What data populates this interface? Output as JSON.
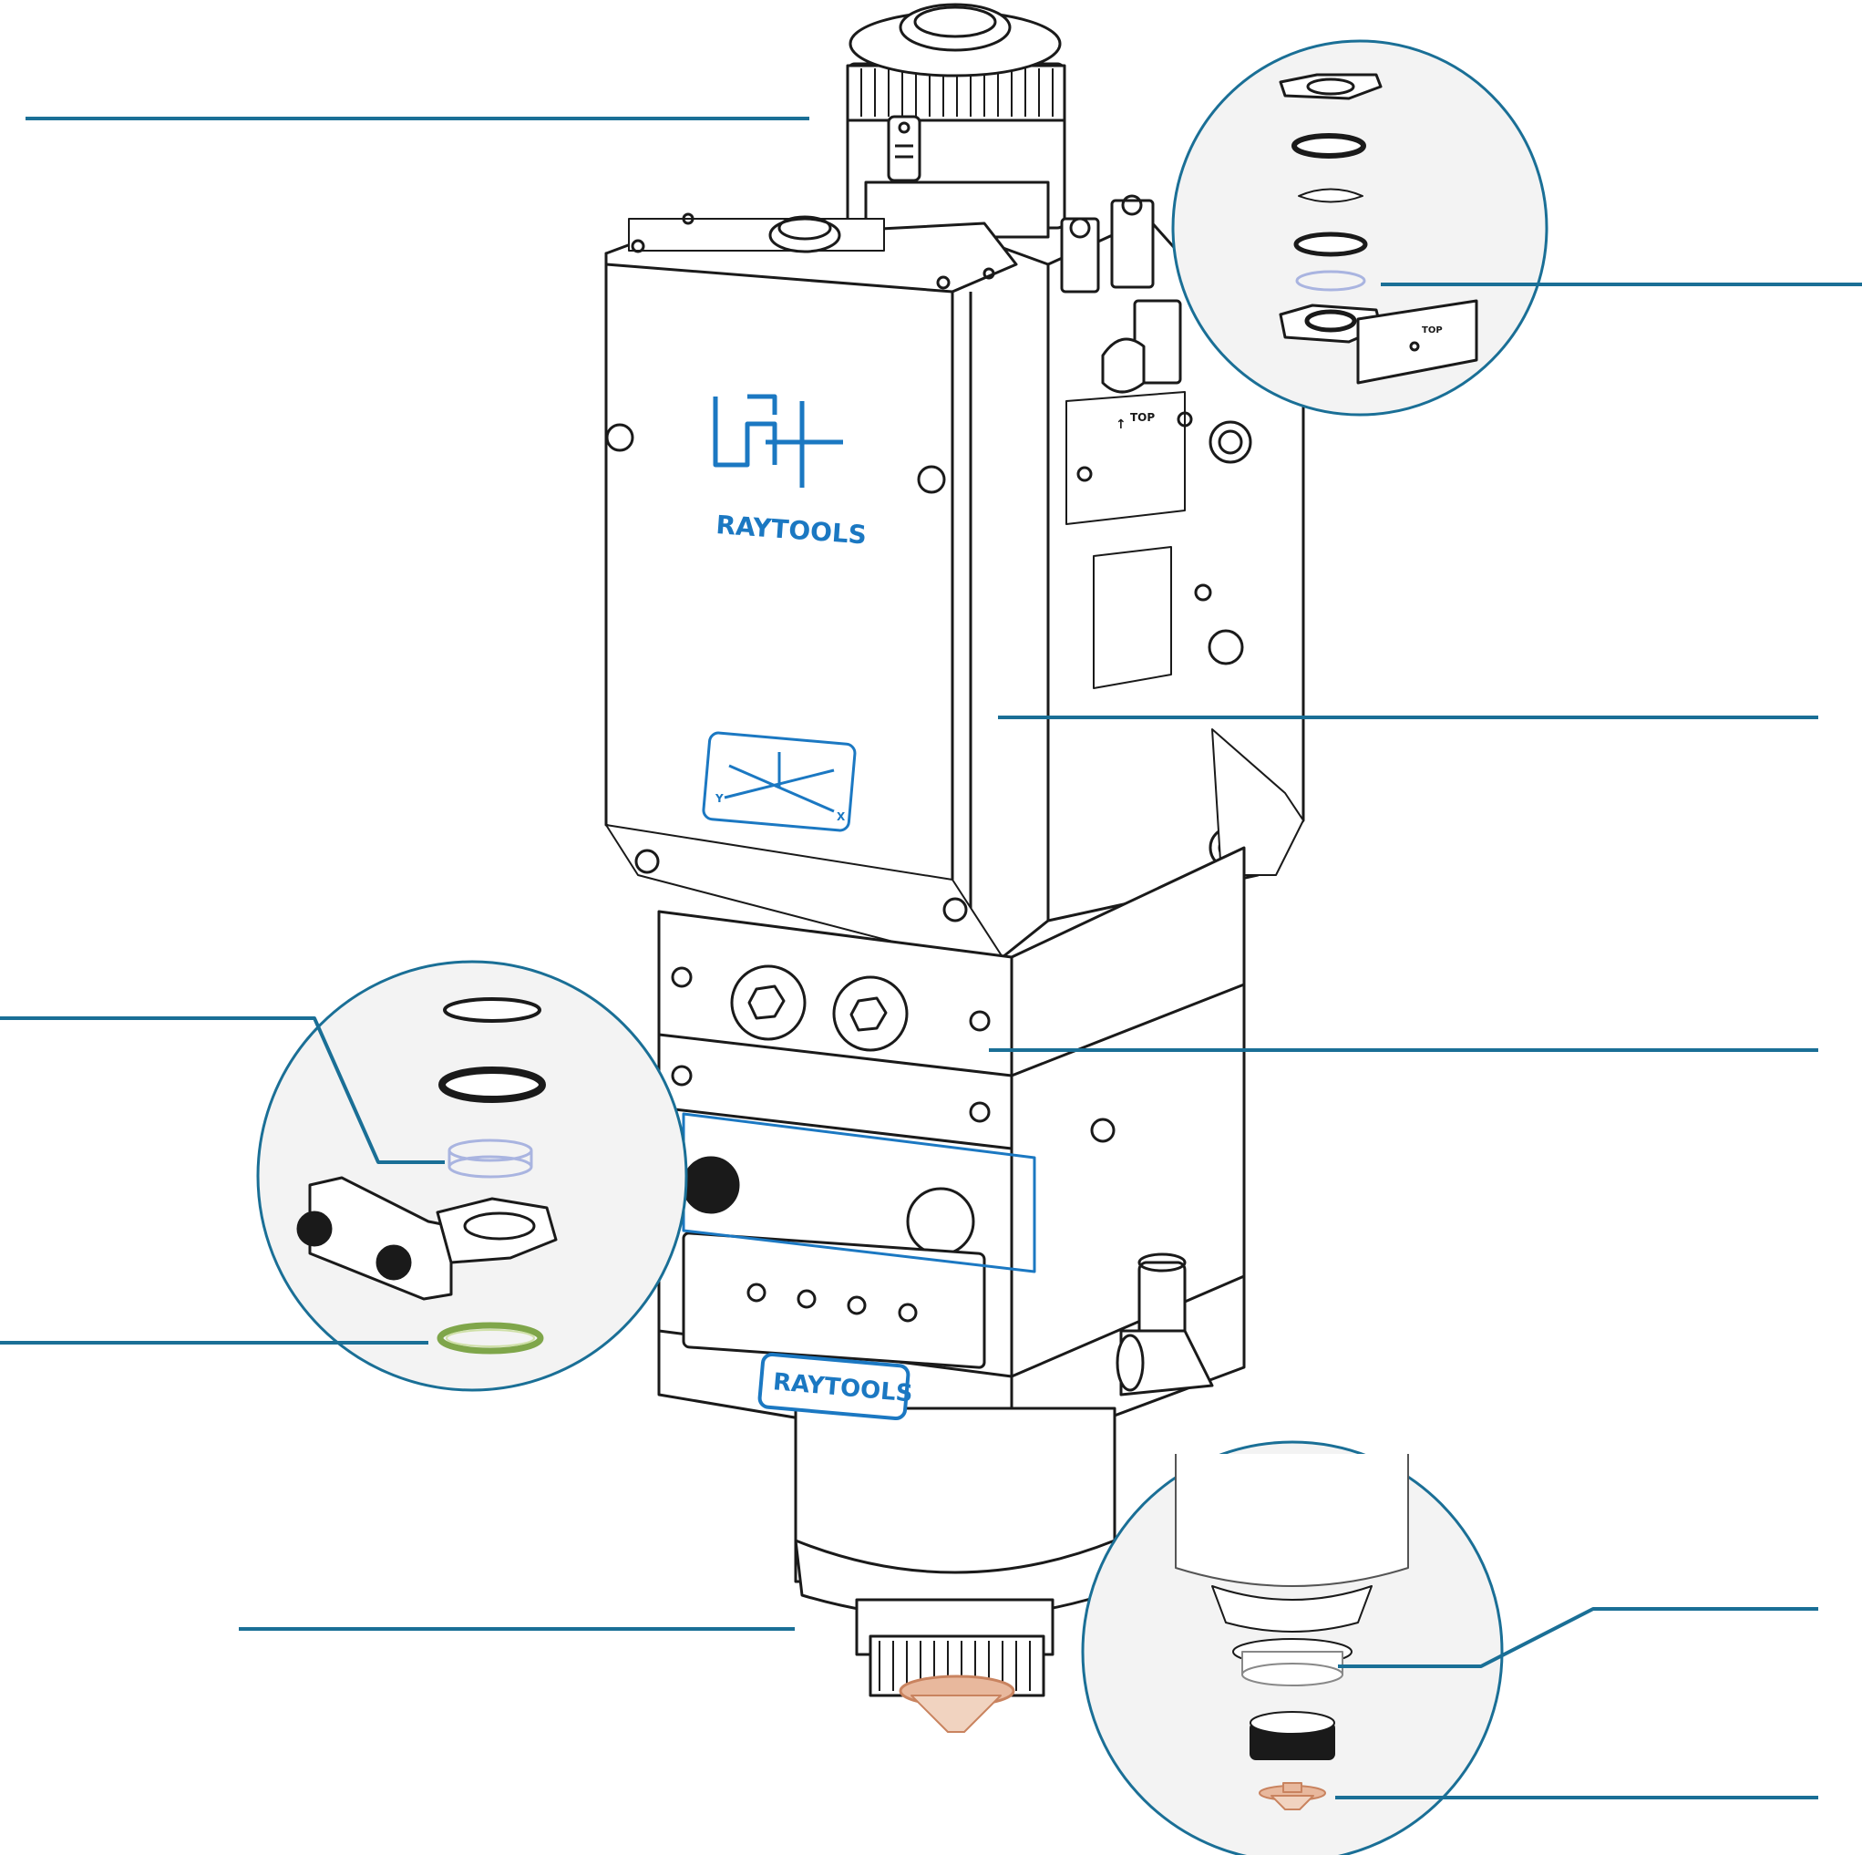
{
  "brand": {
    "name": "RAYTOOLS",
    "name_parts": [
      "RAY",
      "TOOLS"
    ],
    "color": "#1b78c2"
  },
  "plate_text": "TOP",
  "axis_letters": [
    "Y",
    "X"
  ],
  "colors": {
    "leader_line": "#1a6f96",
    "outline": "#1a1a1a",
    "callout_fill": "#f3f3f3",
    "protective_lens": "#a9b4e0",
    "seal_ring": "#7fa64a",
    "nozzle": "#c9835f"
  },
  "callouts": [
    {
      "id": "collimator",
      "icon": "leader-line"
    },
    {
      "id": "upper-protective-window",
      "icon": "magnifier-circle"
    },
    {
      "id": "focus-module",
      "icon": "leader-line"
    },
    {
      "id": "lower-protective-window",
      "icon": "leader-line"
    },
    {
      "id": "protective-window-drawer",
      "icon": "magnifier-circle"
    },
    {
      "id": "seal-ring",
      "icon": "leader-line"
    },
    {
      "id": "sensor-body",
      "icon": "leader-line"
    },
    {
      "id": "ceramic-ring",
      "icon": "magnifier-circle"
    },
    {
      "id": "nozzle",
      "icon": "leader-line"
    }
  ]
}
